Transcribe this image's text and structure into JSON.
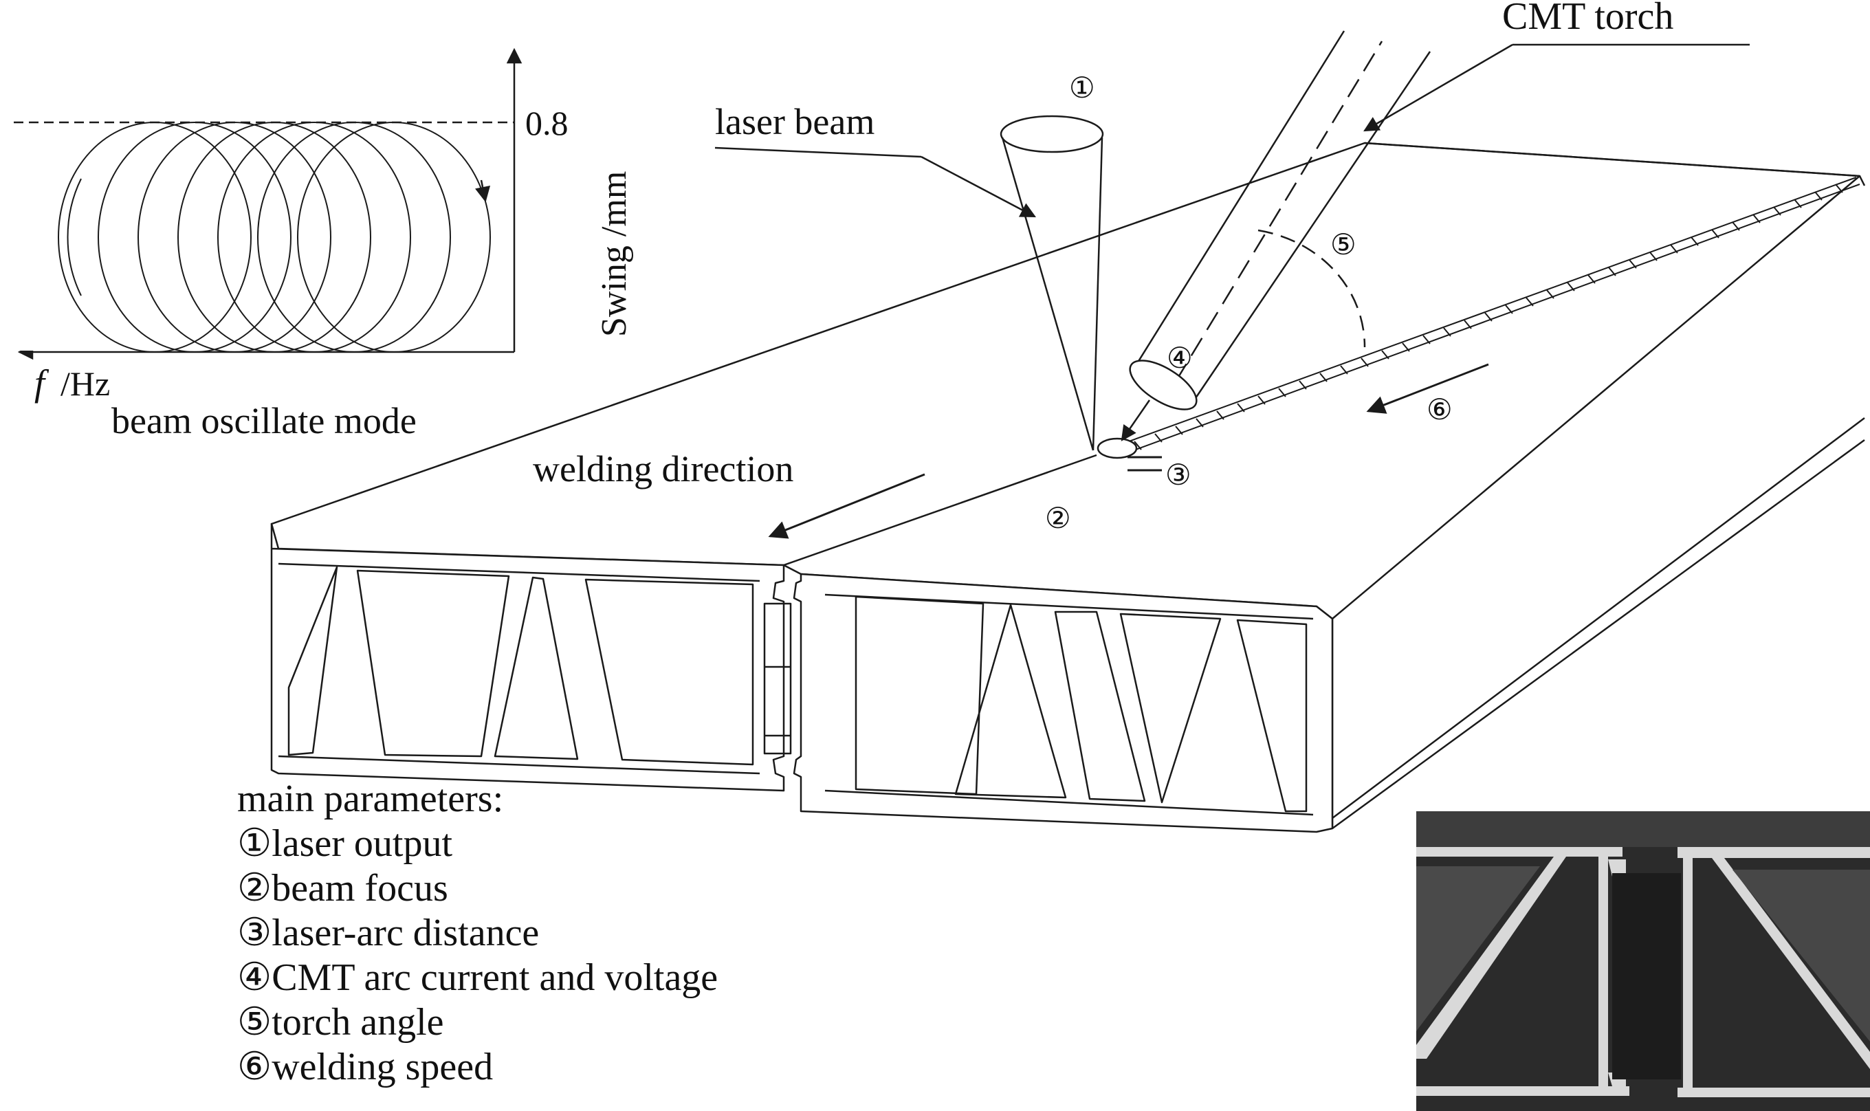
{
  "labels": {
    "cmt_torch": "CMT torch",
    "laser_beam": "laser beam",
    "welding_direction": "welding direction",
    "swing_axis": "Swing /mm",
    "swing_value": "0.8",
    "freq_symbol": "f",
    "freq_unit": "/Hz",
    "oscillate_mode": "beam oscillate mode"
  },
  "markers": [
    "①",
    "②",
    "③",
    "④",
    "⑤",
    "⑥"
  ],
  "parameters": {
    "title": "main parameters:",
    "items": [
      "①laser output",
      "②beam focus",
      "③laser-arc distance",
      "④CMT arc current and voltage",
      "⑤torch angle",
      "⑥welding speed"
    ]
  },
  "colors": {
    "line": "#1a1a1a",
    "photo_bg": "#2b2b2b",
    "photo_metal": "#d9d9d9"
  }
}
